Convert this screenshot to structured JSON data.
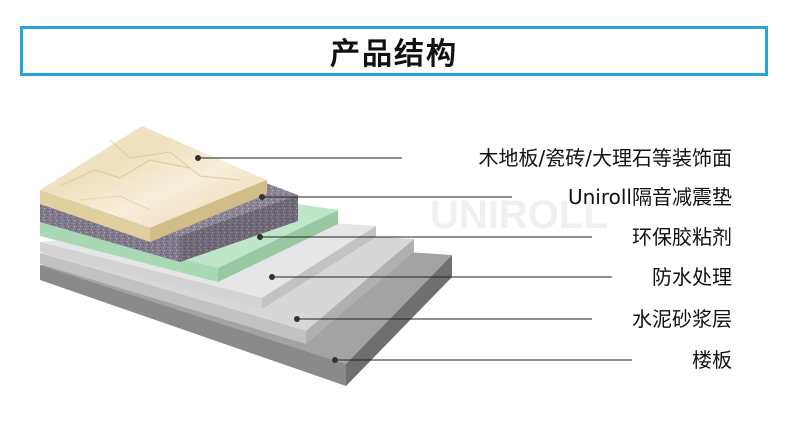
{
  "header": {
    "title": "产品结构"
  },
  "watermark": "UNIROLL",
  "layers": [
    {
      "label": "木地板/瓷砖/大理石等装饰面"
    },
    {
      "label": "Uniroll隔音减震垫"
    },
    {
      "label": "环保胶粘剂"
    },
    {
      "label": "防水处理"
    },
    {
      "label": "水泥砂浆层"
    },
    {
      "label": "楼板"
    }
  ],
  "colors": {
    "accent": "#29a3d9"
  }
}
